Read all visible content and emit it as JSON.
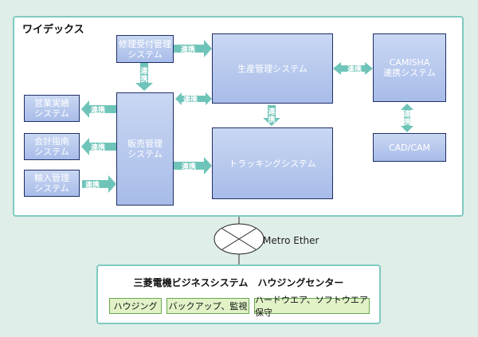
{
  "organization": "ワイデックス",
  "boxes": {
    "repair": [
      "修理受付管理",
      "システム"
    ],
    "sales_results": [
      "営業実績",
      "システム"
    ],
    "accounting": [
      "会計指南",
      "システム"
    ],
    "import": [
      "輸入管理",
      "システム"
    ],
    "sales": [
      "販売管理",
      "システム"
    ],
    "production": [
      "生産管理システム"
    ],
    "tracking": [
      "トラッキングシステム"
    ],
    "camisha": [
      "CAMISHA",
      "連携システム"
    ],
    "cadcam": [
      "CAD/CAM"
    ]
  },
  "link_label": "連携",
  "network_label": "Metro Ether",
  "datacenter": {
    "title": "三菱電機ビジネスシステム　ハウジングセンター",
    "services": [
      "ハウジング",
      "バックアップ、監視",
      "ハードウエア、ソフトウエア保守"
    ]
  },
  "colors": {
    "box_fill": "#b5c7ec",
    "box_border": "#1f2f66",
    "arrow": "#6fc4b9",
    "panel_border": "#7fcac1",
    "background": "#dfeee8",
    "service_fill": "#e1f2c7"
  }
}
